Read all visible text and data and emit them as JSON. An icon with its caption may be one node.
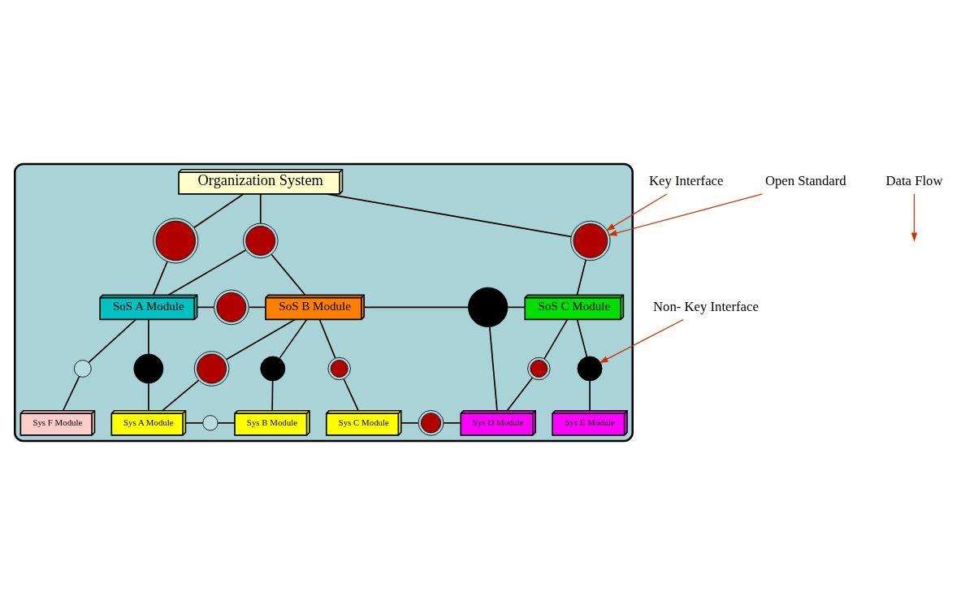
{
  "diagram": {
    "nodes": [
      {
        "text": [],
        "shape": "ellipse"
      },
      {
        "text": [
          "Organization System"
        ],
        "in": 0
      },
      {
        "text": [
          "SoS A Module"
        ],
        "in": 0
      },
      {
        "text": [
          "SoS B Module"
        ],
        "in": 0
      },
      {
        "text": [
          "SoS C Module"
        ],
        "in": 0
      },
      {
        "text": [
          "Sys F Module"
        ],
        "in": 0
      },
      {
        "text": [
          "Sys A Module"
        ],
        "in": 0
      },
      {
        "text": [
          "Sys B Module"
        ],
        "in": 0
      },
      {
        "text": [
          "Sys C Module"
        ],
        "in": 0
      },
      {
        "text": [
          "Sys D Module"
        ],
        "in": 0
      },
      {
        "text": [
          "Sys E Module"
        ],
        "in": 0
      },
      {
        "text": [],
        "shape": "circle",
        "in": 0
      },
      {
        "text": [],
        "shape": "circle",
        "in": 0
      },
      {
        "text": [],
        "shape": "circle",
        "in": 0
      },
      {
        "text": [],
        "shape": "circle",
        "in": 0
      },
      {
        "text": [],
        "shape": "circle",
        "in": 0
      },
      {
        "text": [],
        "shape": "circle",
        "in": 0
      },
      {
        "text": [],
        "shape": "circle",
        "in": 0
      },
      {
        "text": [],
        "shape": "circle",
        "in": 0
      },
      {
        "text": [],
        "shape": "circle",
        "in": 0
      },
      {
        "text": [],
        "shape": "circle",
        "in": 0
      },
      {
        "text": [],
        "shape": "circle",
        "in": 0
      },
      {
        "text": [],
        "shape": "circle",
        "in": 0
      },
      {
        "text": [],
        "shape": "circle",
        "in": 0
      },
      {
        "text": [],
        "shape": "circle",
        "in": 0
      },
      {
        "text": [
          "Key Interface"
        ]
      },
      {
        "text": [
          "Open Standard"
        ]
      },
      {
        "text": [
          "Data Flow"
        ]
      },
      {
        "text": [
          "Non- Key Interface"
        ]
      }
    ],
    "edges": [
      {
        "from": 1,
        "to": 11,
        "arrow": "none"
      },
      {
        "from": 11,
        "to": 2,
        "arrow": "none"
      },
      {
        "from": 1,
        "to": 12,
        "arrow": "none"
      },
      {
        "from": 12,
        "to": 3,
        "arrow": "none"
      },
      {
        "from": 2,
        "to": 12,
        "arrow": "none"
      },
      {
        "from": 1,
        "to": 13,
        "arrow": "none"
      },
      {
        "from": 13,
        "to": 4,
        "arrow": "none"
      },
      {
        "from": 2,
        "to": 14,
        "arrow": "none"
      },
      {
        "from": 14,
        "to": 3,
        "arrow": "none"
      },
      {
        "from": 3,
        "to": 15,
        "arrow": "none"
      },
      {
        "from": 15,
        "to": 4,
        "arrow": "none"
      },
      {
        "from": 15,
        "to": 9,
        "arrow": "none"
      },
      {
        "from": 2,
        "to": 16,
        "arrow": "none"
      },
      {
        "from": 16,
        "to": 5,
        "arrow": "none"
      },
      {
        "from": 2,
        "to": 17,
        "arrow": "none"
      },
      {
        "from": 17,
        "to": 6,
        "arrow": "none"
      },
      {
        "from": 3,
        "to": 18,
        "arrow": "none"
      },
      {
        "from": 18,
        "to": 6,
        "arrow": "none"
      },
      {
        "from": 3,
        "to": 19,
        "arrow": "none"
      },
      {
        "from": 19,
        "to": 7,
        "arrow": "none"
      },
      {
        "from": 3,
        "to": 20,
        "arrow": "none"
      },
      {
        "from": 20,
        "to": 8,
        "arrow": "none"
      },
      {
        "from": 4,
        "to": 21,
        "arrow": "none"
      },
      {
        "from": 21,
        "to": 9,
        "arrow": "none"
      },
      {
        "from": 4,
        "to": 22,
        "arrow": "none"
      },
      {
        "from": 22,
        "to": 10,
        "arrow": "none"
      },
      {
        "from": 6,
        "to": 23,
        "arrow": "none"
      },
      {
        "from": 23,
        "to": 7,
        "arrow": "none"
      },
      {
        "from": 8,
        "to": 24,
        "arrow": "none"
      },
      {
        "from": 24,
        "to": 9,
        "arrow": "none"
      },
      {
        "from": 25,
        "to": 13,
        "arrow": "to",
        "color": "#cc3300"
      },
      {
        "from": 26,
        "to": 13,
        "arrow": "to",
        "color": "#cc3300"
      },
      {
        "from": 27,
        "to": null,
        "arrow": "to",
        "color": "#cc3300"
      },
      {
        "from": 28,
        "to": 22,
        "arrow": "to",
        "color": "#cc3300"
      }
    ]
  }
}
